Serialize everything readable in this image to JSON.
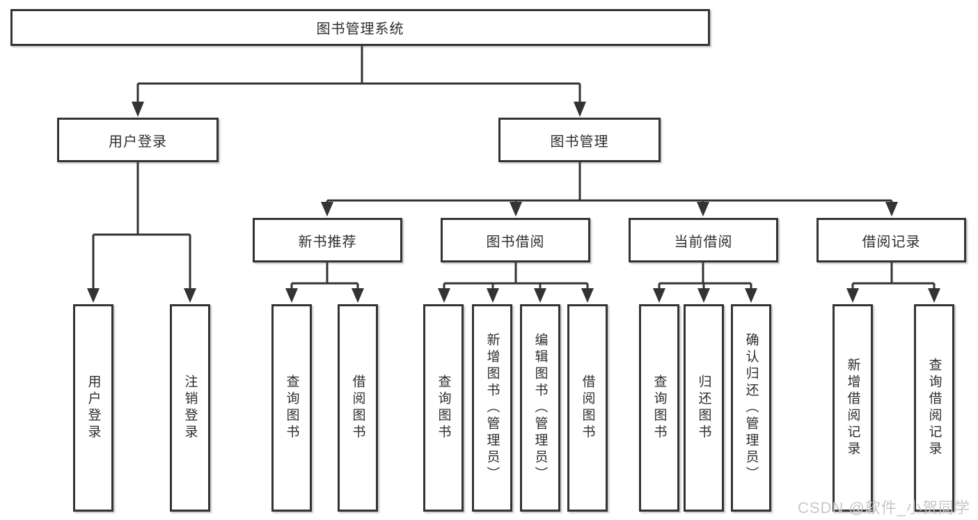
{
  "tree": {
    "root": "图书管理系统",
    "branches": {
      "user_login": {
        "label": "用户登录",
        "children": {
          "login": "用户登录",
          "logout": "注销登录"
        }
      },
      "book_management": {
        "label": "图书管理",
        "children": {
          "new_book_recommend": {
            "label": "新书推荐",
            "children": {
              "query_books": "查询图书",
              "borrow_books": "借阅图书"
            }
          },
          "book_borrow": {
            "label": "图书借阅",
            "children": {
              "query_books": "查询图书",
              "add_books": "新增图书（管理员）",
              "edit_books": "编辑图书（管理员）",
              "borrow_books": "借阅图书"
            }
          },
          "current_borrow": {
            "label": "当前借阅",
            "children": {
              "query_books": "查询图书",
              "return_books": "归还图书",
              "confirm_return": "确认归还（管理员）"
            }
          },
          "borrow_records": {
            "label": "借阅记录",
            "children": {
              "add_record": "新增借阅记录",
              "query_record": "查询借阅记录"
            }
          }
        }
      }
    }
  },
  "watermark": "CSDN @软件_小贺同学",
  "colors": {
    "line": "#333333",
    "background": "#ffffff",
    "watermark": "#c7c7c7"
  }
}
